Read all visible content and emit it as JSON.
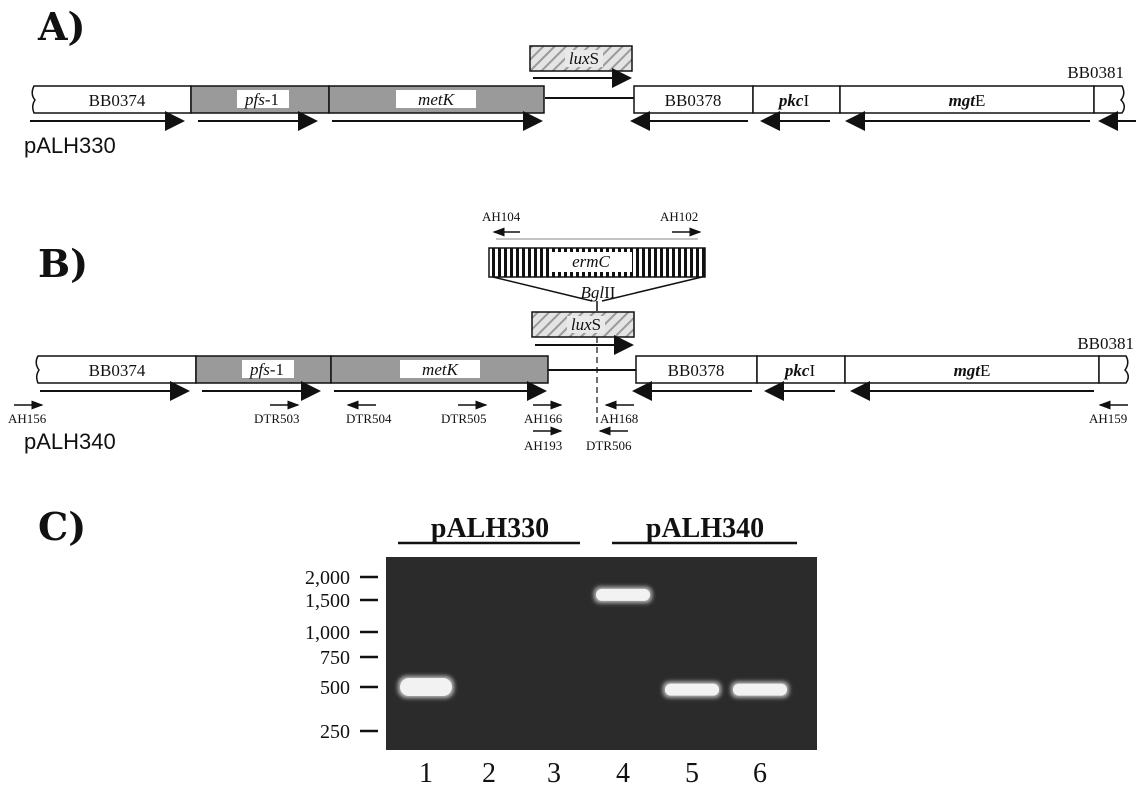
{
  "panels": {
    "a": "A)",
    "b": "B)",
    "c": "C)"
  },
  "plasmids": {
    "a": "pALH330",
    "b": "pALH340"
  },
  "genes": {
    "bb0374": "BB0374",
    "pfs1_italic": "pfs",
    "pfs1_suffix": "-1",
    "metk": "metK",
    "luxs_italic": "lux",
    "luxs_suffix": "S",
    "bb0378": "BB0378",
    "pkci_italic": "pkc",
    "pkci_suffix": "I",
    "mgte_italic": "mgt",
    "mgte_suffix": "E",
    "bb0381": "BB0381",
    "ermc": "ermC",
    "bglii_italic": "Bgl",
    "bglii_suffix": "II"
  },
  "primers": {
    "ah104": "AH104",
    "ah102": "AH102",
    "ah156": "AH156",
    "dtr503": "DTR503",
    "dtr504": "DTR504",
    "dtr505": "DTR505",
    "ah166": "AH166",
    "ah193": "AH193",
    "ah168": "AH168",
    "dtr506": "DTR506",
    "ah159": "AH159"
  },
  "gel": {
    "group_left": "pALH330",
    "group_right": "pALH340",
    "ladder": [
      {
        "label": "2,000",
        "bp": 2000
      },
      {
        "label": "1,500",
        "bp": 1500
      },
      {
        "label": "1,000",
        "bp": 1000
      },
      {
        "label": "750",
        "bp": 750
      },
      {
        "label": "500",
        "bp": 500
      },
      {
        "label": "250",
        "bp": 250
      }
    ],
    "lanes": [
      "1",
      "2",
      "3",
      "4",
      "5",
      "6"
    ],
    "bands": [
      {
        "lane": 1,
        "bp": 500
      },
      {
        "lane": 4,
        "bp": 1600
      },
      {
        "lane": 5,
        "bp": 480
      },
      {
        "lane": 6,
        "bp": 480
      }
    ]
  },
  "colors": {
    "gene_fill": "#ffffff",
    "metk_fill": "#9a9a9a",
    "gel_bg": "#2b2b2b",
    "band": "#f2f2f2"
  }
}
